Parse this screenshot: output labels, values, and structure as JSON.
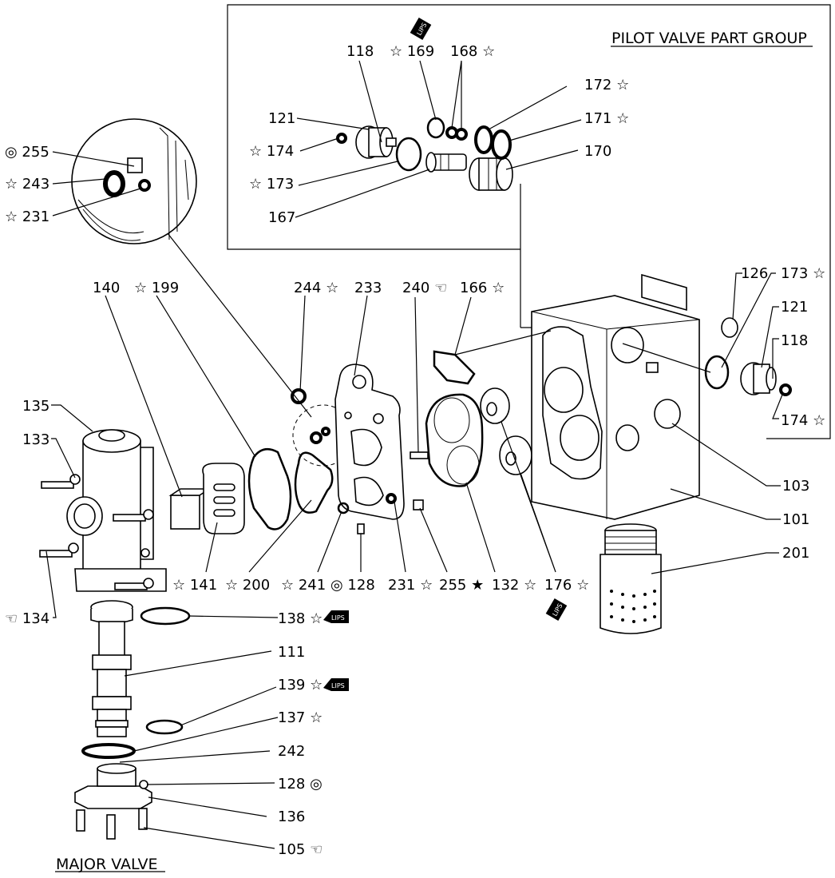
{
  "headings": {
    "pilot_group": "PILOT VALVE PART GROUP",
    "major_valve": "MAJOR VALVE"
  },
  "symbols": {
    "star_open": "☆",
    "star_filled": "★",
    "bullseye": "◎",
    "hand": "☜",
    "lips_badge": "LIPS"
  },
  "labels": {
    "p118a": "118",
    "p169": "☆ 169",
    "p168": "168 ☆",
    "p172": "172 ☆",
    "p121a": "121",
    "p171": "171 ☆",
    "p174a": "☆ 174",
    "p170": "170",
    "p173a": "☆ 173",
    "p167": "167",
    "p255a": "◎ 255",
    "p243": "☆ 243",
    "p231a": "☆ 231",
    "p140": "140",
    "p199": "☆ 199",
    "p244": "244 ☆",
    "p233": "233",
    "p240": "240 ☜",
    "p166": "166 ☆",
    "p126": "126",
    "p173b": "173 ☆",
    "p121b": "121",
    "p118b": "118",
    "p174b": "174 ☆",
    "p135": "135",
    "p133": "133",
    "p103": "103",
    "p101": "101",
    "p201": "201",
    "p141": "☆ 141",
    "p200": "☆ 200",
    "p241": "☆ 241",
    "p128a": "◎ 128",
    "p231b": "231 ☆",
    "p255b": "255 ★",
    "p132": "132 ☆",
    "p176": "176 ☆",
    "p134": "☜ 134",
    "p138": "138 ☆",
    "p111": "111",
    "p139": "139 ☆",
    "p137": "137 ☆",
    "p242": "242",
    "p128b": "128 ◎",
    "p136": "136",
    "p105": "105 ☜"
  }
}
